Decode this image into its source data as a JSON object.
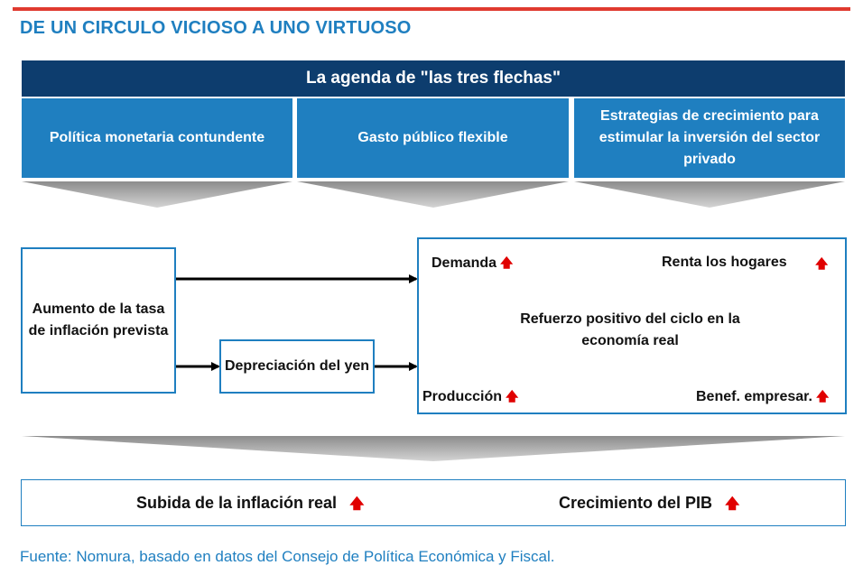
{
  "title": "DE UN CIRCULO VICIOSO A UNO VIRTUOSO",
  "agenda_header": "La agenda de \"las tres flechas\"",
  "columns": [
    "Política monetaria contundente",
    "Gasto público flexible",
    "Estrategias de crecimiento para estimular la inversión del sector privado"
  ],
  "left_box": "Aumento de la tasa de inflación prevista",
  "yen_box": "Depreciación del yen",
  "cycle": {
    "demanda": "Demanda",
    "renta": "Renta los hogares",
    "produccion": "Producción",
    "beneficio": "Benef. empresar.",
    "center": "Refuerzo positivo del ciclo en la economía real"
  },
  "results": {
    "inflacion": "Subida de la inflación real",
    "pib": "Crecimiento del PIB"
  },
  "up_symbol": "🡅",
  "source": "Fuente: Nomura, basado en datos del Consejo de Política Económica y Fiscal.",
  "colors": {
    "accent_red": "#e03a2f",
    "navy": "#0d3d6e",
    "blue": "#1f7fc0",
    "ellipse_fill": "#bcdcf0",
    "chevron_gray": "#a6a6a6",
    "up_arrow": "#e00000"
  }
}
